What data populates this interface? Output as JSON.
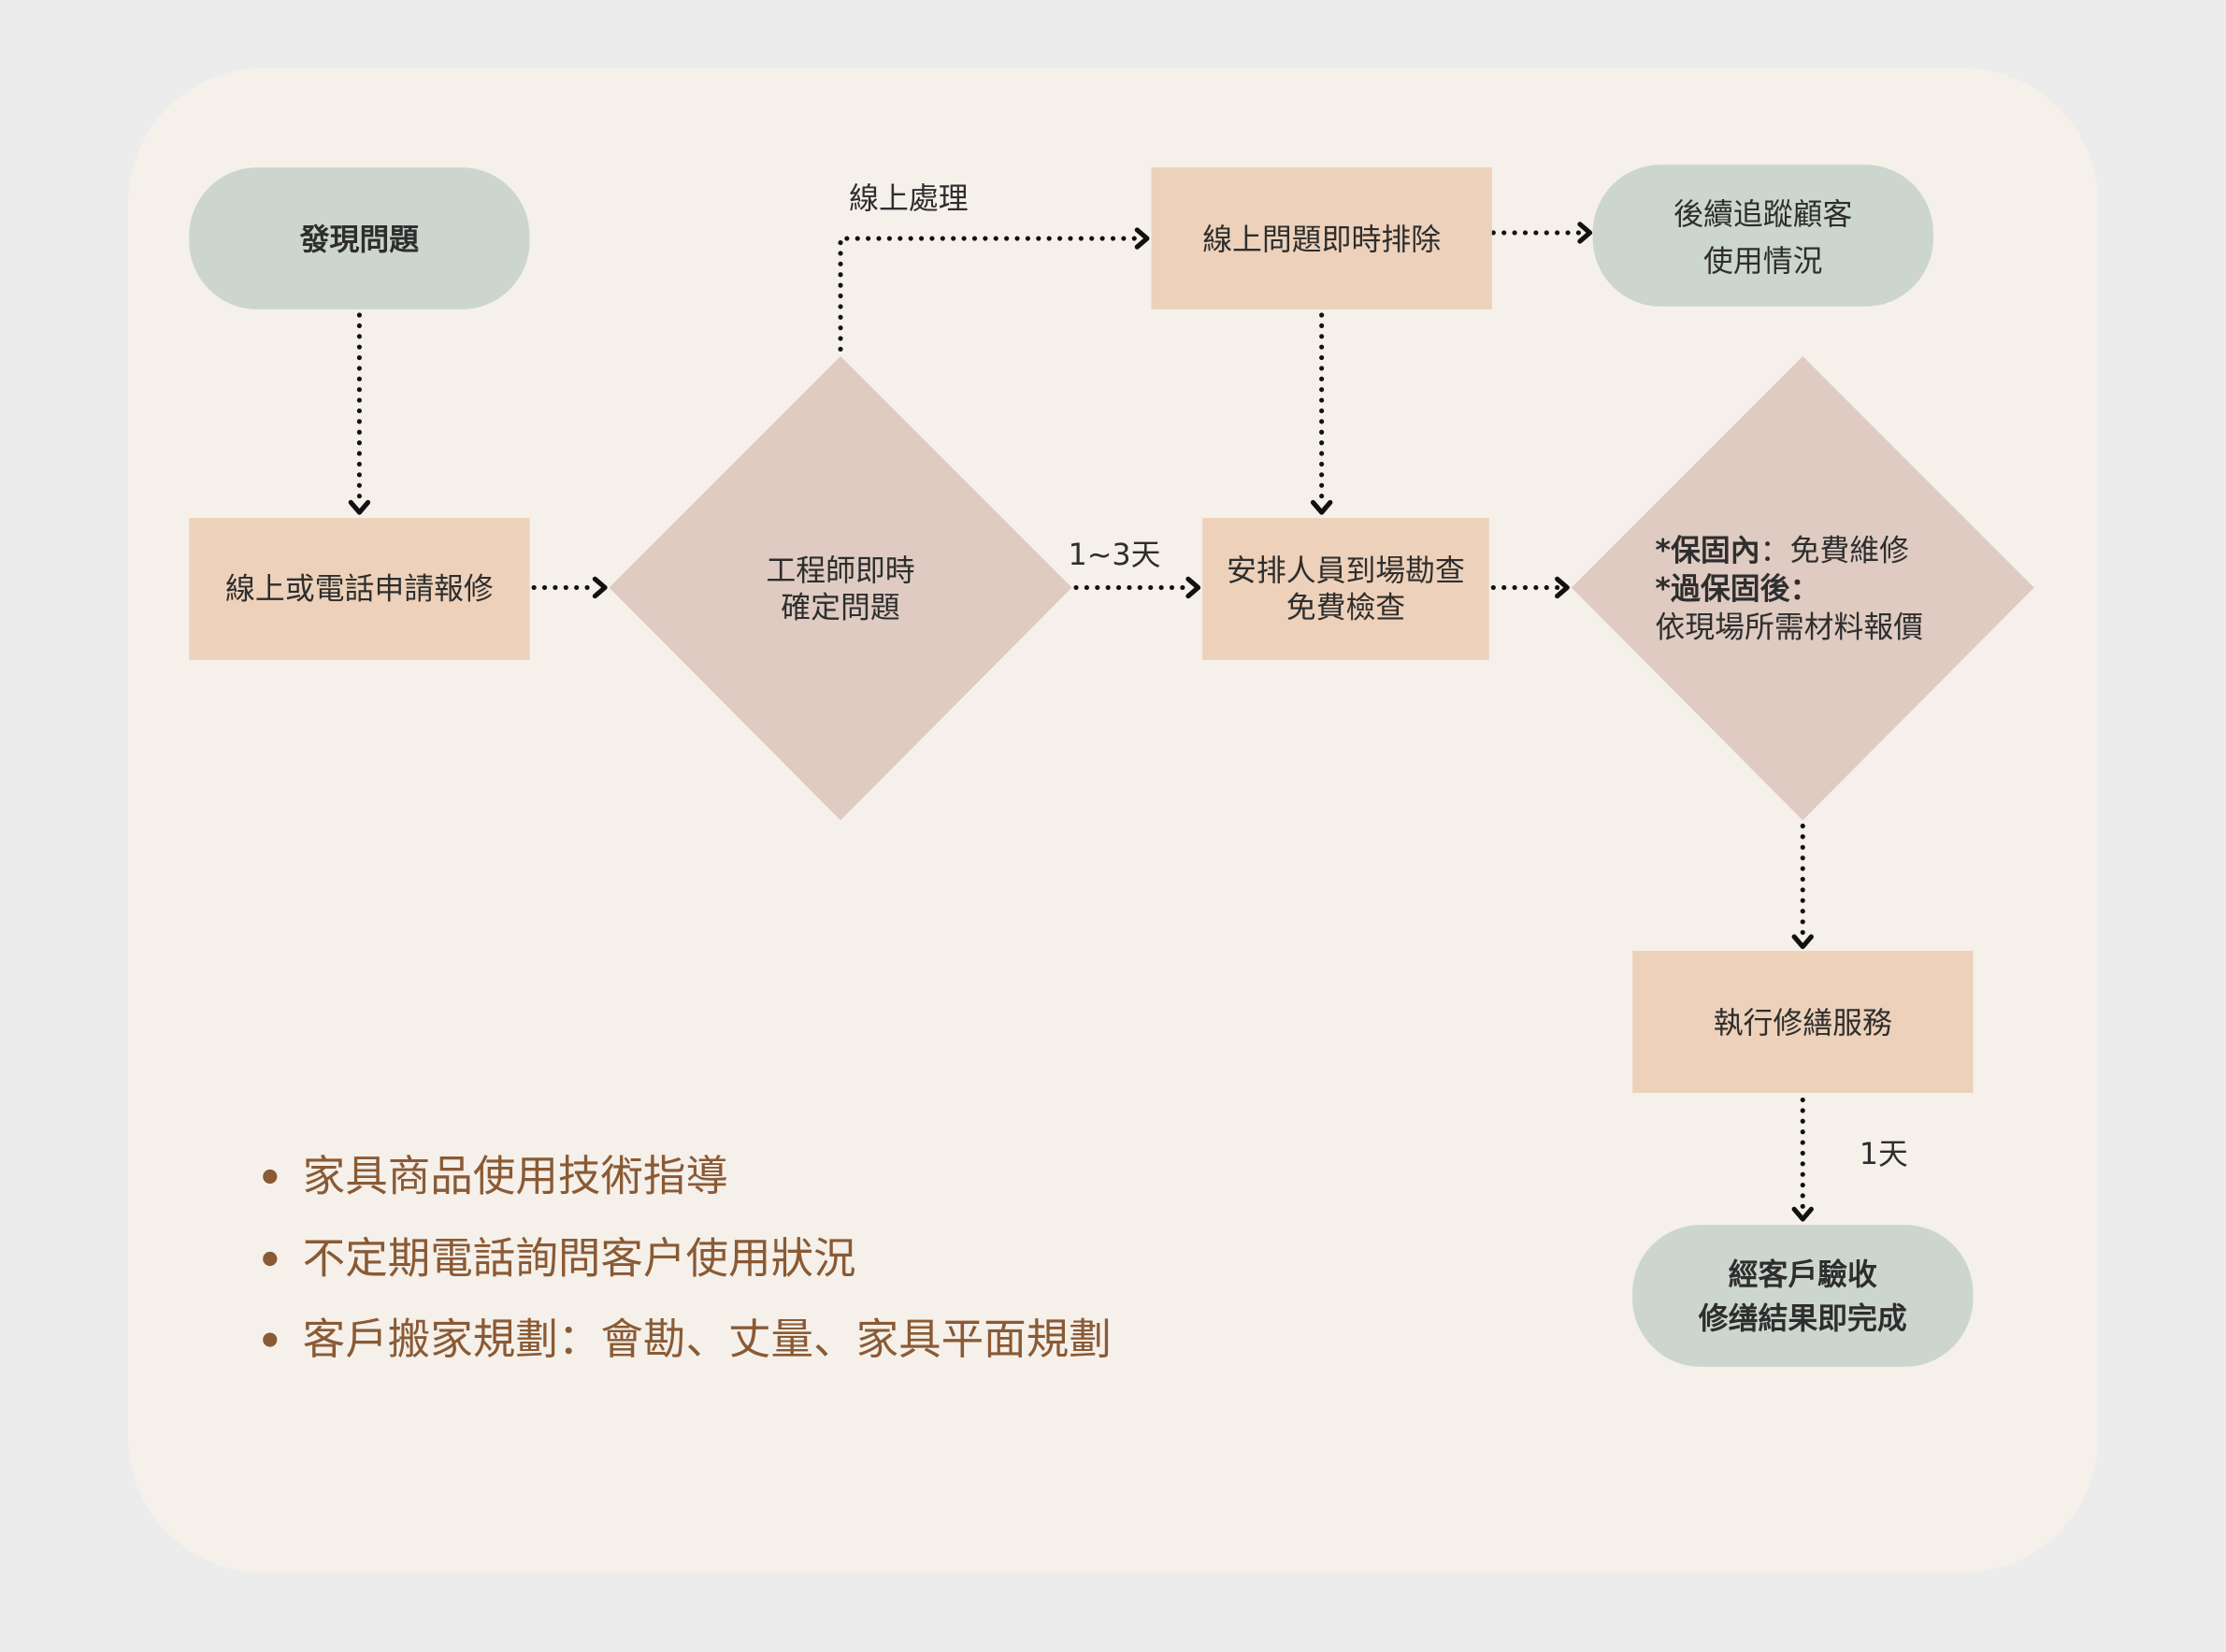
{
  "nodes": {
    "discover": "發現問題",
    "apply": "線上或電話申請報修",
    "engineer": [
      "工程師即時",
      "確定問題"
    ],
    "online_fix": "線上問題即時排除",
    "follow_up": [
      "後續追蹤顧客",
      "使用情況"
    ],
    "onsite": [
      "安排人員到場勘查",
      "免費檢查"
    ],
    "warranty": {
      "in_label": "*保固內",
      "in_value": "：免費維修",
      "out_label": "*過保固後：",
      "out_value": "依現場所需材料報價"
    },
    "repair": "執行修繕服務",
    "complete": [
      "經客戶驗收",
      "修缮結果即完成"
    ]
  },
  "edge_labels": {
    "online": "線上處理",
    "days_1_3": "1~3天",
    "day_1": "1天"
  },
  "bullets": [
    "家具商品使用技術指導",
    "不定期電話詢問客户使用狀況",
    "客戶搬家規劃：會勘、丈量、家具平面規劃"
  ],
  "colors": {
    "background": "#ececec",
    "card": "#f5f0ea",
    "terminal": "#ccd6ce",
    "process": "#edd1ba",
    "decision": "#dfcbc1",
    "bullet_text": "#8a5a34"
  }
}
